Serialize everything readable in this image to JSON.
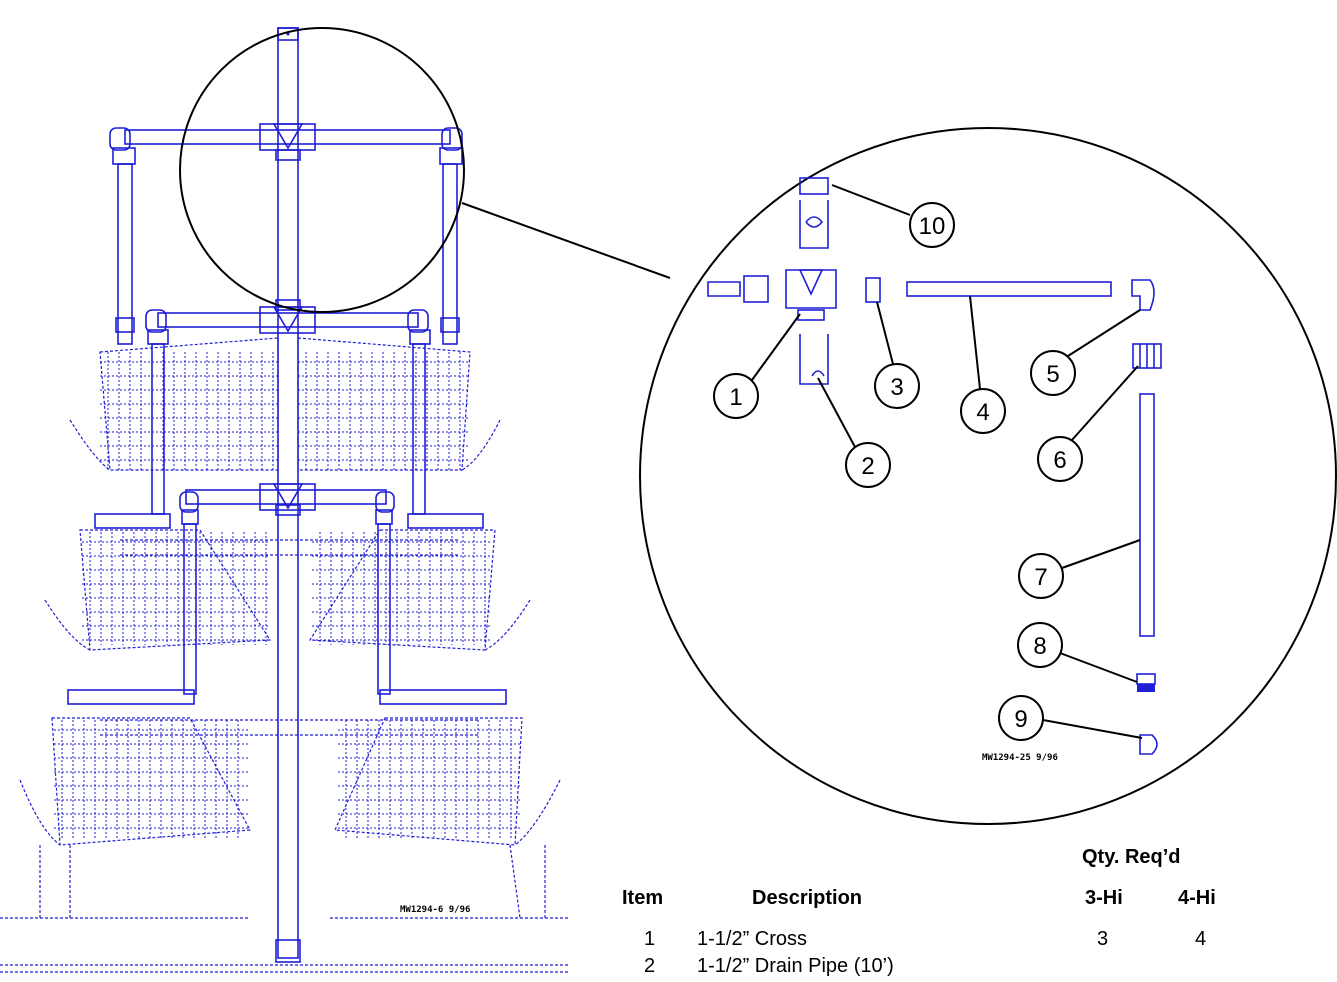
{
  "drawing": {
    "main_code": "MW1294-6 9/96",
    "detail_code": "MW1294-25 9/96",
    "callouts": [
      "1",
      "2",
      "3",
      "4",
      "5",
      "6",
      "7",
      "8",
      "9",
      "10"
    ]
  },
  "table": {
    "group_header": "Qty. Req’d",
    "headers": {
      "item": "Item",
      "description": "Description",
      "col_3hi": "3-Hi",
      "col_4hi": "4-Hi"
    },
    "rows": [
      {
        "item": "1",
        "description": "1-1/2” Cross",
        "qty_3hi": "3",
        "qty_4hi": "4"
      },
      {
        "item": "2",
        "description": "1-1/2” Drain Pipe (10’)",
        "qty_3hi": "",
        "qty_4hi": ""
      }
    ]
  },
  "colors": {
    "drawing_blue": "#1f1fd6",
    "outline_black": "#000000"
  }
}
